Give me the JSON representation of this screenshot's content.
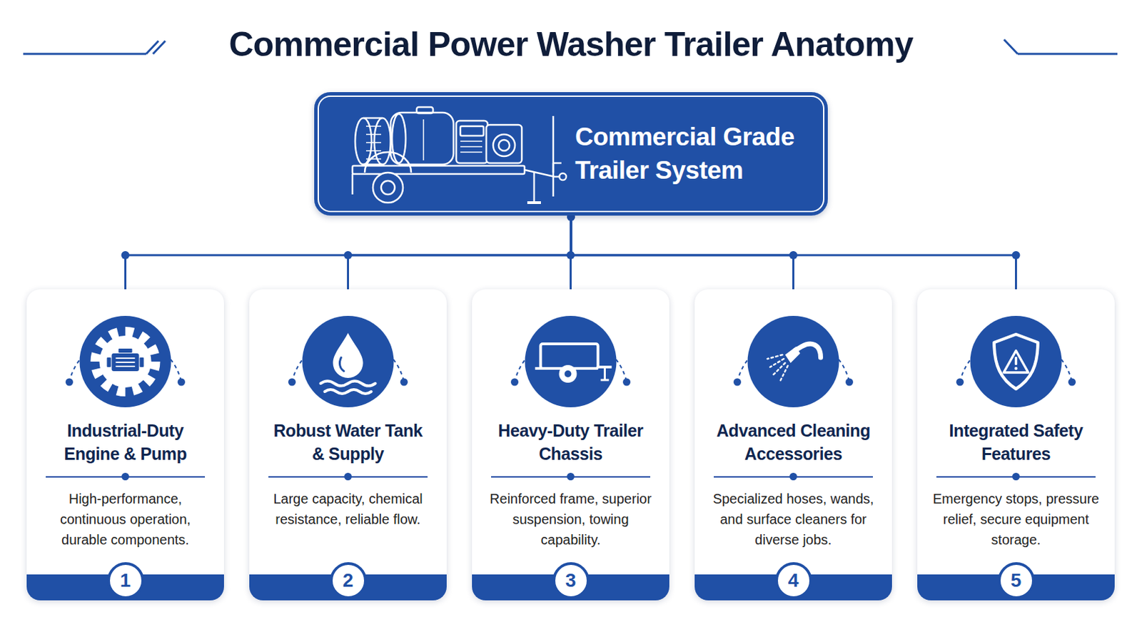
{
  "diagram": {
    "title": "Commercial Power Washer Trailer Anatomy",
    "nodes": [
      {
        "text": [
          "Commercial Grade Trailer System"
        ]
      },
      {
        "text": [
          "Industrial-Duty Engine & Pump",
          "High-performance, continuous operation, durable components.",
          "1"
        ]
      },
      {
        "text": [
          "Robust Water Tank & Supply",
          "Large capacity, chemical resistance, reliable flow.",
          "2"
        ]
      },
      {
        "text": [
          "Heavy-Duty Trailer Chassis",
          "Reinforced frame, superior suspension, towing capability.",
          "3"
        ]
      },
      {
        "text": [
          "Advanced Cleaning Accessories",
          "Specialized hoses, wands, and surface cleaners for diverse jobs.",
          "4"
        ]
      },
      {
        "text": [
          "Integrated Safety Features",
          "Emergency stops, pressure relief, secure equipment storage.",
          "5"
        ]
      }
    ],
    "edges": [
      {
        "from": 0,
        "to": 1,
        "arrow": "none"
      },
      {
        "from": 0,
        "to": 2,
        "arrow": "none"
      },
      {
        "from": 0,
        "to": 3,
        "arrow": "none"
      },
      {
        "from": 0,
        "to": 4,
        "arrow": "none"
      },
      {
        "from": 0,
        "to": 5,
        "arrow": "none"
      }
    ]
  }
}
